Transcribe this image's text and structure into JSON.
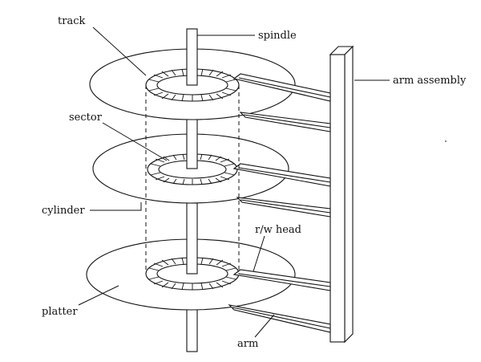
{
  "labels": {
    "track": "track",
    "spindle": "spindle",
    "arm_assembly": "arm assembly",
    "sector": "sector",
    "cylinder": "cylinder",
    "rw_head": "r/w head",
    "platter": "platter",
    "arm": "arm"
  }
}
